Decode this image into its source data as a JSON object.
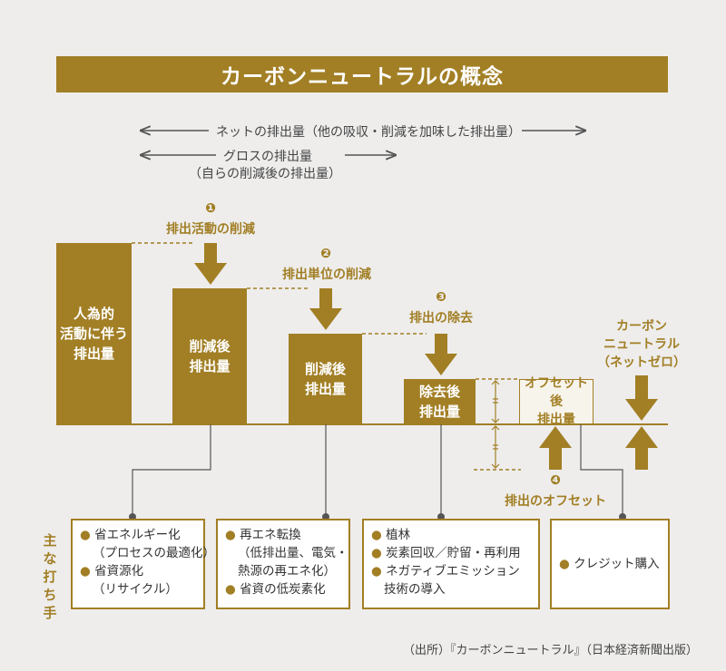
{
  "title": "カーボンニュートラルの概念",
  "net_emission_label": "ネットの排出量（他の吸収・削減を加味した排出量）",
  "gross_emission_label": "グロスの排出量",
  "gross_emission_sub": "（自らの削減後の排出量）",
  "steps": [
    {
      "num": "❶",
      "label": "排出活動の削減"
    },
    {
      "num": "❷",
      "label": "排出単位の削減"
    },
    {
      "num": "❸",
      "label": "排出の除去"
    },
    {
      "num": "❹",
      "label": "排出のオフセット"
    }
  ],
  "bars": [
    {
      "label": "人為的\n活動に伴う\n排出量"
    },
    {
      "label": "削減後\n排出量"
    },
    {
      "label": "削減後\n排出量"
    },
    {
      "label": "除去後\n排出量"
    }
  ],
  "offset_box": "オフセット後\n排出量",
  "carbon_neutral_label": "カーボン\nニュートラル\n（ネットゼロ）",
  "measures_label": "主な打ち手",
  "measures": [
    {
      "items": [
        {
          "text": "省エネルギー化",
          "sub": "（プロセスの最適化）"
        },
        {
          "text": "省資源化",
          "sub": "（リサイクル）"
        }
      ]
    },
    {
      "items": [
        {
          "text": "再エネ転換",
          "sub": "（低排出量、電気・",
          "sub2": "熱源の再エネ化）"
        },
        {
          "text": "省資の低炭素化"
        }
      ]
    },
    {
      "items": [
        {
          "text": "植林"
        },
        {
          "text": "炭素回収／貯留・再利用"
        },
        {
          "text": "ネガティブエミッション",
          "sub_plain": "技術の導入"
        }
      ]
    },
    {
      "items": [
        {
          "text": "クレジット購入"
        }
      ]
    }
  ],
  "source": "（出所）『カーボンニュートラル』（日本経済新聞出版）",
  "colors": {
    "accent": "#a27f25",
    "background": "#eeedec"
  }
}
